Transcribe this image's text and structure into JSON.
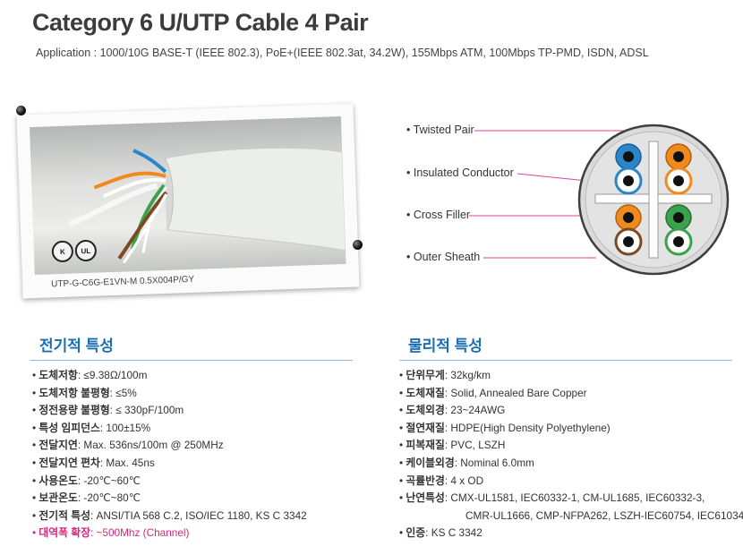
{
  "title": "Category 6 U/UTP Cable 4 Pair",
  "application": "Application : 1000/10G BASE-T (IEEE 802.3), PoE+(IEEE 802.3at, 34.2W), 155Mbps ATM, 100Mbps TP-PMD, ISDN, ADSL",
  "photo": {
    "model_label": "UTP-G-C6G-E1VN-M 0.5X004P/GY",
    "cert_1": "K",
    "cert_2": "UL"
  },
  "diagram": {
    "labels": [
      "Twisted Pair",
      "Insulated Conductor",
      "Cross Filler",
      "Outer Sheath"
    ],
    "colors": {
      "leader": "#e0409a",
      "blue": "#2a86c8",
      "orange": "#f08a1e",
      "green": "#3aa24a",
      "brown": "#7a4a22",
      "sheath": "#d9dad9"
    }
  },
  "electrical": {
    "title": "전기적 특성",
    "items": [
      {
        "key": "도체저항",
        "val": ": ≤9.38Ω/100m"
      },
      {
        "key": "도체저항 불평형",
        "val": ": ≤5%"
      },
      {
        "key": "정전용량 불평형",
        "val": ": ≤ 330pF/100m"
      },
      {
        "key": "특성 임피던스",
        "val": ": 100±15%"
      },
      {
        "key": "전달지연",
        "val": ": Max. 536ns/100m @ 250MHz"
      },
      {
        "key": "전달지연 편차",
        "val": ": Max. 45ns"
      },
      {
        "key": "사용온도",
        "val": ": -20℃~60℃"
      },
      {
        "key": "보관온도",
        "val": ": -20℃~80℃"
      },
      {
        "key": "전기적 특성",
        "val": ": ANSI/TIA 568 C.2, ISO/IEC 1180, KS C 3342"
      },
      {
        "key": "대역폭 확장",
        "val": ": ~500Mhz (Channel)"
      }
    ]
  },
  "physical": {
    "title": "물리적 특성",
    "items": [
      {
        "key": "단위무게",
        "val": ": 32kg/km"
      },
      {
        "key": "도체재질",
        "val": ": Solid, Annealed Bare Copper"
      },
      {
        "key": "도체외경",
        "val": ": 23~24AWG"
      },
      {
        "key": "절연재질",
        "val": ": HDPE(High Density Polyethylene)"
      },
      {
        "key": "피복재질",
        "val": ": PVC, LSZH"
      },
      {
        "key": "케이블외경",
        "val": ": Nominal 6.0mm"
      },
      {
        "key": "곡률반경",
        "val": ": 4 x OD"
      },
      {
        "key": "난연특성",
        "val": ": CMX-UL1581, IEC60332-1, CM-UL1685, IEC60332-3,"
      },
      {
        "key": "",
        "val": "CMR-UL1666, CMP-NFPA262, LSZH-IEC60754, IEC61034"
      },
      {
        "key": "인증",
        "val": ": KS C 3342"
      }
    ]
  }
}
